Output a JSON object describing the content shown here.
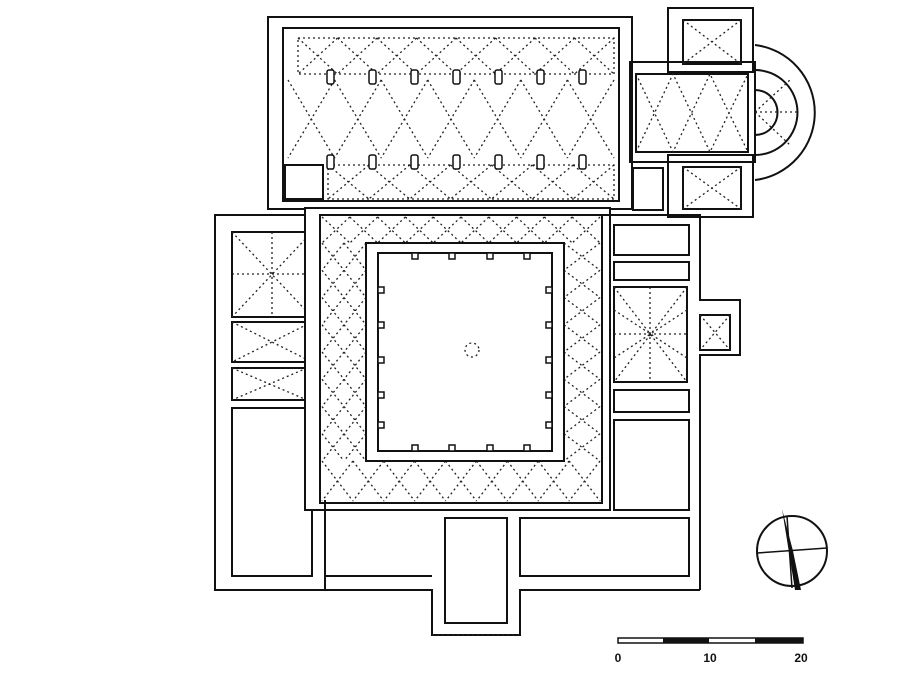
{
  "plan": {
    "scale_bar": {
      "labels": [
        "0",
        "10",
        "20"
      ],
      "unit_max": 20
    },
    "compass": {
      "icon": "north-arrow-icon"
    },
    "colors": {
      "ink": "#111111",
      "paper": "#ffffff"
    }
  }
}
